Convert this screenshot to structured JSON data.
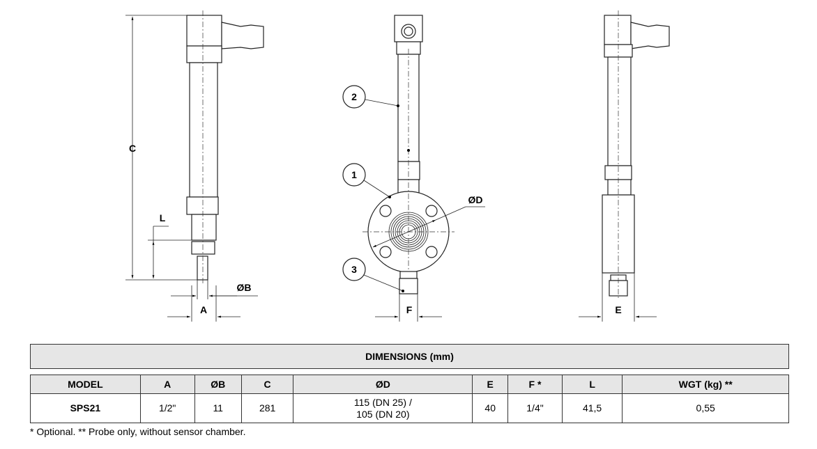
{
  "drawing": {
    "left_view": {
      "dim_c": "C",
      "dim_l": "L",
      "dim_b": "ØB",
      "dim_a": "A"
    },
    "front_view": {
      "callout_1": "1",
      "callout_2": "2",
      "callout_3": "3",
      "dim_d": "ØD",
      "dim_f": "F"
    },
    "right_view": {
      "dim_e": "E"
    }
  },
  "table": {
    "title": "DIMENSIONS (mm)",
    "headers": [
      "MODEL",
      "A",
      "ØB",
      "C",
      "ØD",
      "E",
      "F *",
      "L",
      "WGT (kg) **"
    ],
    "rows": [
      [
        "SPS21",
        "1/2\"",
        "11",
        "281",
        "115 (DN 25) /",
        "40",
        "1/4\"",
        "41,5",
        "0,55"
      ]
    ],
    "d_second_line": "105 (DN 20)"
  },
  "footnote": "* Optional. ** Probe only, without sensor chamber."
}
